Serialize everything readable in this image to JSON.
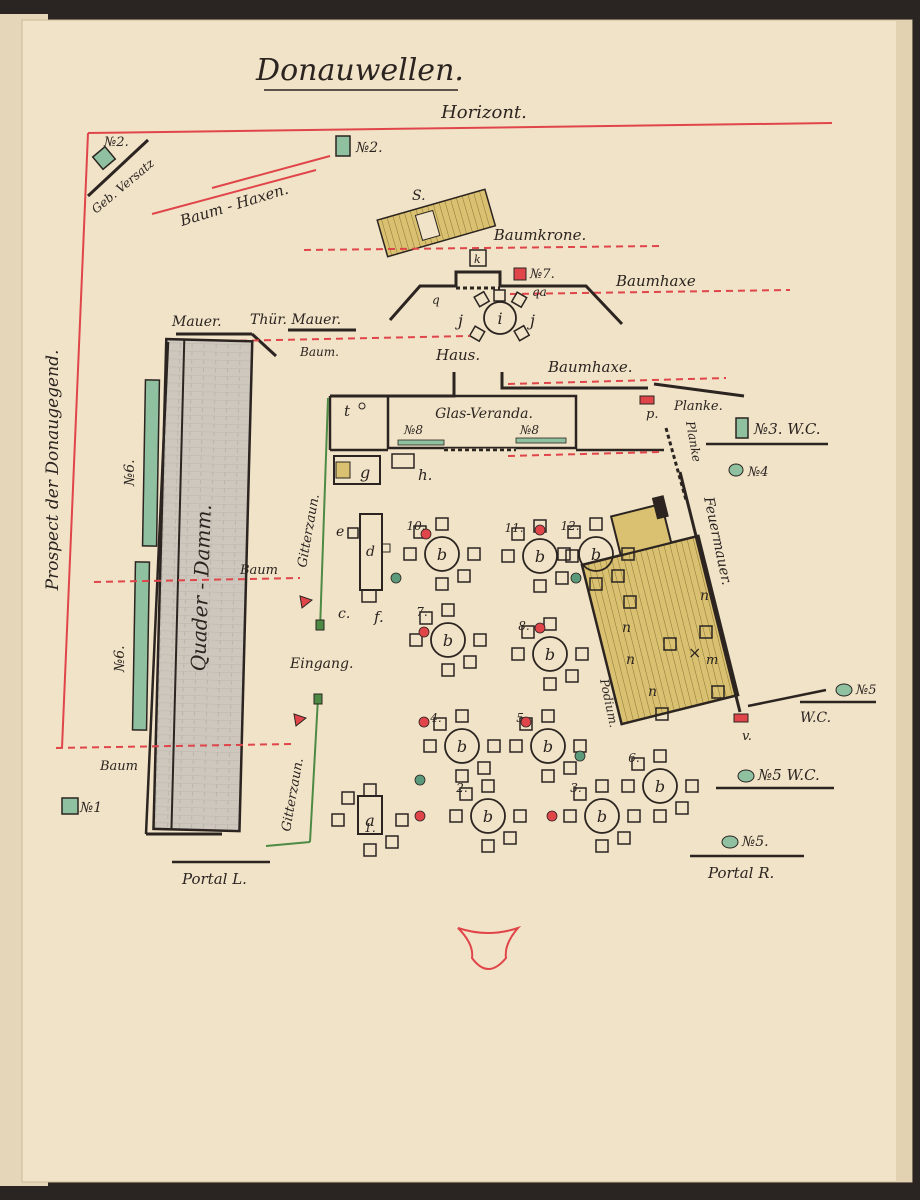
{
  "title": "Donauwellen.",
  "labels": {
    "horizont": "Horizont.",
    "prospect": "Prospect der Donaugegend.",
    "nr2_left": "№2.",
    "nr2_right": "№2.",
    "geb_versatz": "Geb. Versatz",
    "baum_haxen": "Baum - Haxen.",
    "s_flat": "S.",
    "baumkrone": "Baumkrone.",
    "k_box": "k",
    "nr7": "№7.",
    "baumhaxe_top": "Baumhaxe",
    "q_left": "q",
    "q_right": "qa",
    "j_left": "j",
    "i_center": "i",
    "j_right": "j",
    "mauer": "Mauer.",
    "thur_mauer": "Thür. Mauer.",
    "baum_top": "Baum.",
    "haus": "Haus.",
    "baumhaxe_mid": "Baumhaxe.",
    "planke_top": "Planke.",
    "p_label": "p.",
    "t_label": "t",
    "glas_veranda": "Glas-Veranda.",
    "nr8_left": "№8",
    "nr8_right": "№8",
    "nr3_wc": "№3. W.C.",
    "nr4": "№4",
    "planke_side": "Planke",
    "g_label": "g",
    "h_label": "h.",
    "gitterzaun_top": "Gitterzaun.",
    "quader_damm": "Quader - Damm.",
    "nr6_upper": "№6.",
    "nr6_lower": "№6.",
    "baum_mid": "Baum",
    "e_label": "e",
    "d_label": "d",
    "c_label": "c.",
    "f_label": "f.",
    "feuermauer": "Feuermauer.",
    "eingang": "Eingang.",
    "podium": "Podium.",
    "nr5_right": "№5",
    "wc_right": "W.C.",
    "v_label": "v.",
    "nr5_wc": "№5 W.C.",
    "nr1": "№1",
    "baum_low": "Baum",
    "gitterzaun_bot": "Gitterzaun.",
    "nr5_bottom": "№5.",
    "portal_l": "Portal L.",
    "portal_r": "Portal R.",
    "a_label": "a",
    "n_label": "n",
    "m_label": "m",
    "b_label": "b",
    "c_small": "c",
    "x_label": "×"
  },
  "tables": [
    {
      "num": "10.",
      "label": "b"
    },
    {
      "num": "11.",
      "label": "b"
    },
    {
      "num": "12.",
      "label": "b"
    },
    {
      "num": "7.",
      "label": "b"
    },
    {
      "num": "8.",
      "label": "b"
    },
    {
      "num": "4.",
      "label": "b"
    },
    {
      "num": "5.",
      "label": "b"
    },
    {
      "num": "6.",
      "label": "b"
    },
    {
      "num": "2.",
      "label": "b"
    },
    {
      "num": "3.",
      "label": "b"
    },
    {
      "num": "1.",
      "label": "a"
    }
  ],
  "colors": {
    "paper": "#f1e3c8",
    "ink": "#2b2420",
    "red": "#e0454a",
    "green": "#8fc0a0",
    "yellow": "#d9c171",
    "gray": "#c9c4bb"
  }
}
